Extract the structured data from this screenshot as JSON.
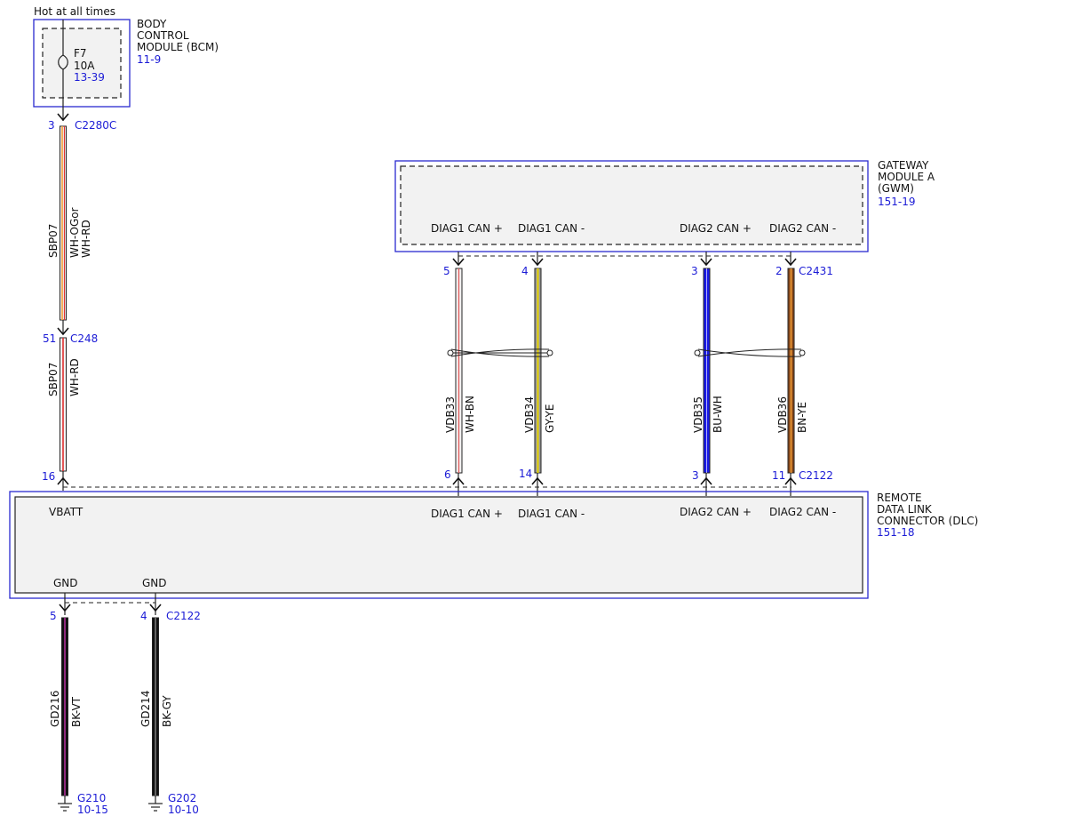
{
  "header": {
    "hot_label": "Hot at all times"
  },
  "bcm": {
    "name_lines": [
      "BODY",
      "CONTROL",
      "MODULE (BCM)"
    ],
    "ref": "11-9",
    "fuse": {
      "name": "F7",
      "rating": "10A",
      "ref": "13-39"
    },
    "connector": {
      "pin": "3",
      "id": "C2280C"
    }
  },
  "inline_connector": {
    "pin": "51",
    "id": "C248"
  },
  "gwm": {
    "name_lines": [
      "GATEWAY",
      "MODULE A",
      "(GWM)"
    ],
    "ref": "151-19",
    "connector_id": "C2431",
    "pins": [
      {
        "label": "DIAG1 CAN +",
        "pin": "5"
      },
      {
        "label": "DIAG1 CAN -",
        "pin": "4"
      },
      {
        "label": "DIAG2 CAN +",
        "pin": "3"
      },
      {
        "label": "DIAG2 CAN -",
        "pin": "2"
      }
    ]
  },
  "dlc": {
    "name_lines": [
      "REMOTE",
      "DATA LINK",
      "CONNECTOR (DLC)"
    ],
    "ref": "151-18",
    "connector_id": "C2122",
    "vbatt": {
      "label": "VBATT",
      "pin": "16"
    },
    "can_pins": [
      {
        "label": "DIAG1 CAN +",
        "pin": "6"
      },
      {
        "label": "DIAG1 CAN -",
        "pin": "14"
      },
      {
        "label": "DIAG2 CAN +",
        "pin": "3"
      },
      {
        "label": "DIAG2 CAN -",
        "pin": "11"
      }
    ],
    "gnd_pins": [
      {
        "label": "GND",
        "pin": "5"
      },
      {
        "label": "GND",
        "pin": "4"
      }
    ]
  },
  "wires": {
    "power_upper": {
      "circuit": "SBP07",
      "colors": [
        "WH-OGor",
        "WH-RD"
      ]
    },
    "power_lower": {
      "circuit": "SBP07",
      "color": "WH-RD"
    },
    "can": [
      {
        "circuit": "VDB33",
        "color": "WH-BN"
      },
      {
        "circuit": "VDB34",
        "color": "GY-YE"
      },
      {
        "circuit": "VDB35",
        "color": "BU-WH"
      },
      {
        "circuit": "VDB36",
        "color": "BN-YE"
      }
    ],
    "ground": [
      {
        "circuit": "GD216",
        "color": "BK-VT"
      },
      {
        "circuit": "GD214",
        "color": "BK-GY"
      }
    ]
  },
  "grounds": [
    {
      "id": "G210",
      "ref": "10-15"
    },
    {
      "id": "G202",
      "ref": "10-10"
    }
  ],
  "colors": {
    "module_outline": "#2a2ad0",
    "reference_text": "#1b1bd6",
    "wire_white": "#f5f5f5",
    "wire_orange": "#f29d35",
    "wire_red": "#e03030",
    "wire_brown": "#8a4b1c",
    "wire_gray": "#9a9a9a",
    "wire_yellow": "#e8d400",
    "wire_blue": "#1a1ae6",
    "wire_black": "#111111",
    "wire_violet": "#b0309a"
  }
}
